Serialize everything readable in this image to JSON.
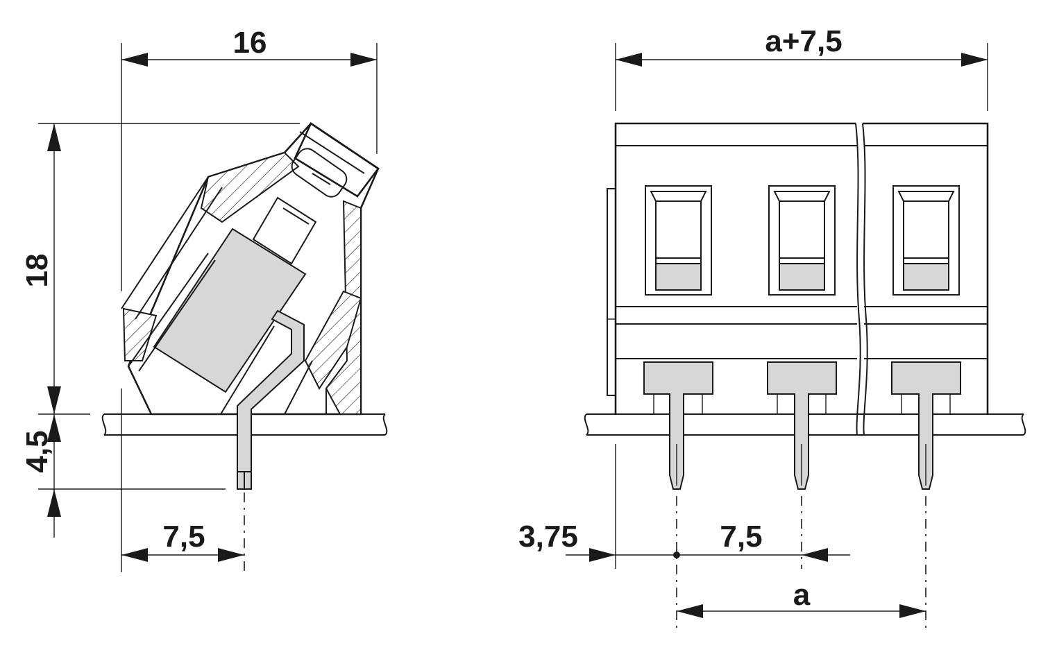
{
  "colors": {
    "line": "#1a1a1a",
    "part_fill": "#d7d7d7",
    "background": "#ffffff"
  },
  "side_view": {
    "dim_width": "16",
    "dim_height": "18",
    "dim_pin_length": "4,5",
    "dim_pin_offset": "7,5"
  },
  "front_view": {
    "dim_total": "a+7,5",
    "dim_edge": "3,75",
    "dim_pitch": "7,5",
    "dim_a": "a"
  }
}
